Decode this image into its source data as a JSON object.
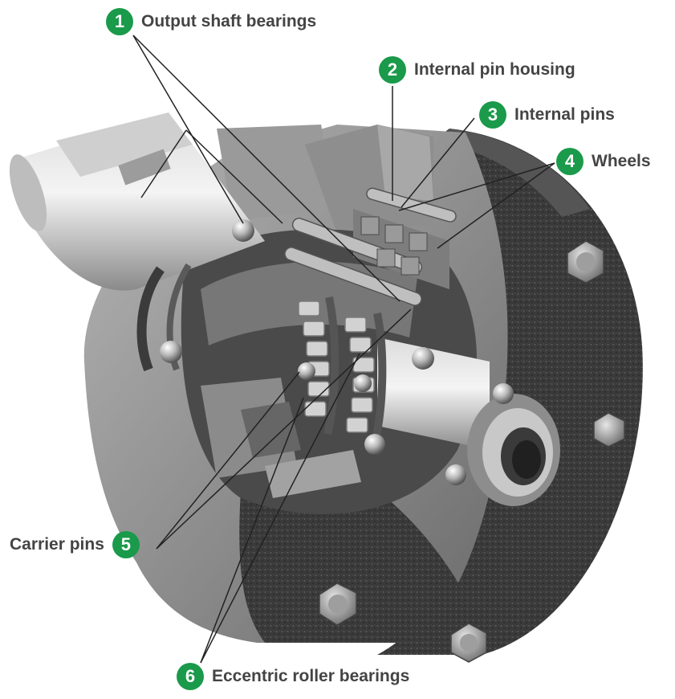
{
  "colors": {
    "badge": "#1a9a4a",
    "label_text": "#444444",
    "leader_line": "#222222"
  },
  "callouts": [
    {
      "id": "output-shaft-bearings",
      "number": "1",
      "label": "Output shaft bearings"
    },
    {
      "id": "internal-pin-housing",
      "number": "2",
      "label": "Internal pin housing"
    },
    {
      "id": "internal-pins",
      "number": "3",
      "label": "Internal pins"
    },
    {
      "id": "wheels",
      "number": "4",
      "label": "Wheels"
    },
    {
      "id": "carrier-pins",
      "number": "5",
      "label": "Carrier pins"
    },
    {
      "id": "eccentric-roller-bearings",
      "number": "6",
      "label": "Eccentric roller bearings"
    }
  ]
}
